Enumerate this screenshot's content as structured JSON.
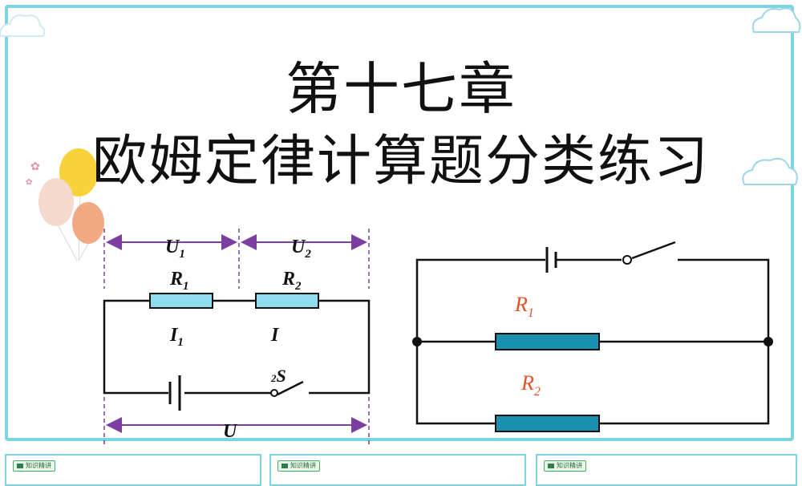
{
  "slide": {
    "title_line1": "第十七章",
    "title_line2": "欧姆定律计算题分类练习"
  },
  "left_circuit": {
    "label_u1": "U",
    "label_u1_sub": "1",
    "label_u2": "U",
    "label_u2_sub": "2",
    "label_r1": "R",
    "label_r1_sub": "1",
    "label_r2": "R",
    "label_r2_sub": "2",
    "label_i1": "I",
    "label_i1_sub": "1",
    "label_i": "I",
    "label_s": "S",
    "label_s_sub": "2",
    "label_u": "U"
  },
  "right_circuit": {
    "label_r1": "R",
    "label_r1_sub": "1",
    "label_r2": "R",
    "label_r2_sub": "2"
  },
  "thumbnails": [
    {
      "badge": "知识精讲"
    },
    {
      "badge": "知识精讲"
    },
    {
      "badge": "知识精讲"
    }
  ],
  "colors": {
    "frame": "#7ed3e0",
    "left_resistor_fill": "#8fdcef",
    "right_resistor_fill": "#1a8fae",
    "right_label": "#e0522a",
    "arrow": "#7a3fa0"
  }
}
